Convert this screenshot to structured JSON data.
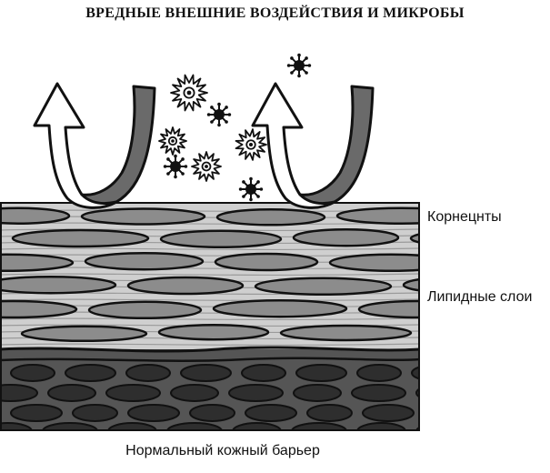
{
  "title": "ВРЕДНЫЕ ВНЕШНИЕ ВОЗДЕЙСТВИЯ И МИКРОБЫ",
  "labels": {
    "corneocytes": "Корнецнты",
    "lipid_layers": "Липидные слои"
  },
  "caption": "Нормальный кожный барьер",
  "colors": {
    "ink": "#111111",
    "corneocyte_fill": "#8c8c8c",
    "lipid_fill": "#cfcfcf",
    "cell_fill": "#3a3a3a",
    "lower_fill": "#555555",
    "arrow_fill": "#ffffff",
    "arrow_shade": "#6a6a6a"
  },
  "icons": [
    "deflect-arrow-icon",
    "virus-icon",
    "starburst-microbe-icon"
  ]
}
